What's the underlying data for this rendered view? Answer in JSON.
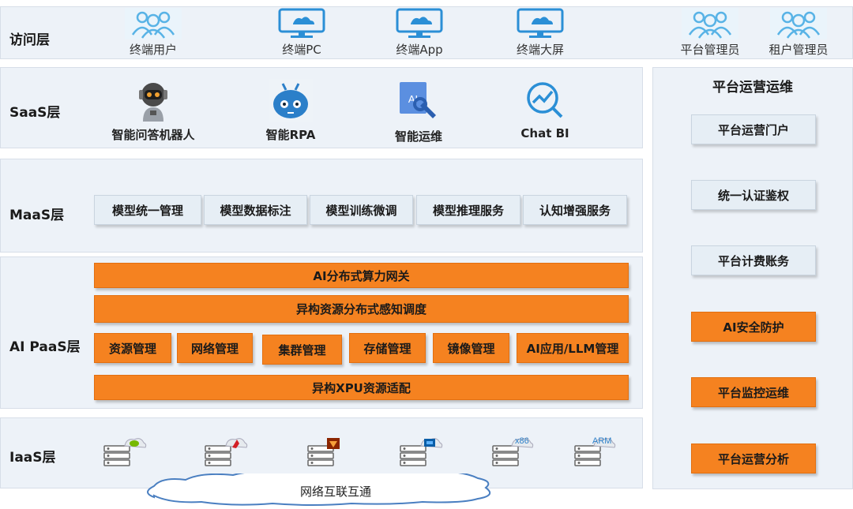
{
  "layers": {
    "access": "访问层",
    "saas": "SaaS层",
    "maas": "MaaS层",
    "paas": "AI PaaS层",
    "iaas": "IaaS层"
  },
  "access_items": [
    {
      "label": "终端用户",
      "icon": "users-icon"
    },
    {
      "label": "终端PC",
      "icon": "monitor-icon"
    },
    {
      "label": "终端App",
      "icon": "monitor-icon"
    },
    {
      "label": "终端大屏",
      "icon": "monitor-icon"
    },
    {
      "label": "平台管理员",
      "icon": "users-icon"
    },
    {
      "label": "租户管理员",
      "icon": "users-icon"
    }
  ],
  "saas_items": [
    {
      "label": "智能问答机器人",
      "icon": "robot-icon"
    },
    {
      "label": "智能RPA",
      "icon": "rpa-bot-icon"
    },
    {
      "label": "智能运维",
      "icon": "ai-wrench-icon",
      "icon_text": "AI"
    },
    {
      "label": "Chat BI",
      "icon": "chart-search-icon"
    }
  ],
  "maas_items": [
    "模型统一管理",
    "模型数据标注",
    "模型训练微调",
    "模型推理服务",
    "认知增强服务"
  ],
  "paas": {
    "gateway": "AI分布式算力网关",
    "scheduler": "异构资源分布式感知调度",
    "modules": [
      "资源管理",
      "网络管理",
      "集群管理",
      "存储管理",
      "镜像管理",
      "AI应用/LLM管理"
    ],
    "adapter": "异构XPU资源适配"
  },
  "iaas": {
    "servers": [
      {
        "icon": "nvidia-server-icon",
        "badge": ""
      },
      {
        "icon": "amd-server-icon",
        "badge": ""
      },
      {
        "icon": "huawei-server-icon",
        "badge": ""
      },
      {
        "icon": "intel-server-icon",
        "badge": ""
      },
      {
        "icon": "x86-server-icon",
        "badge": "x86"
      },
      {
        "icon": "arm-server-icon",
        "badge": "ARM"
      }
    ],
    "network": "网络互联互通"
  },
  "ops": {
    "title": "平台运营运维",
    "items": [
      {
        "label": "平台运营门户",
        "style": "blue"
      },
      {
        "label": "统一认证鉴权",
        "style": "blue"
      },
      {
        "label": "平台计费账务",
        "style": "blue"
      },
      {
        "label": "AI安全防护",
        "style": "orange"
      },
      {
        "label": "平台监控运维",
        "style": "orange"
      },
      {
        "label": "平台运营分析",
        "style": "orange"
      }
    ]
  },
  "colors": {
    "accent_orange": "#f58220",
    "tile_blue": "#e6eef5",
    "band": "#edf2f8",
    "icon_blue": "#2b8fd6"
  }
}
